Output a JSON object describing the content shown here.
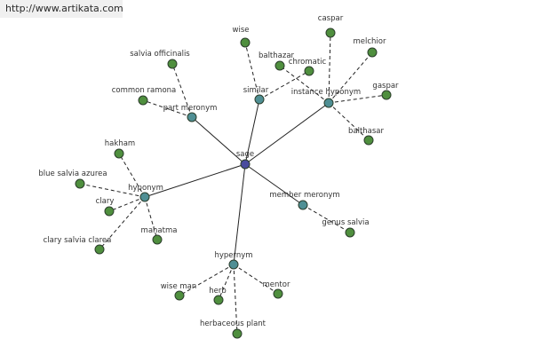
{
  "watermark": "http://www.artikata.com",
  "colors": {
    "center": "#4a4c9e",
    "relation": "#4f8f94",
    "leaf": "#4f8f3e",
    "edge": "#222222"
  },
  "center": {
    "id": "sage",
    "label": "sage"
  },
  "relations": [
    {
      "id": "similar",
      "label": "similar"
    },
    {
      "id": "instance-hyponym",
      "label": "instance hyponym"
    },
    {
      "id": "part-meronym",
      "label": "part meronym"
    },
    {
      "id": "hyponym",
      "label": "hyponym"
    },
    {
      "id": "member-meronym",
      "label": "member meronym"
    },
    {
      "id": "hypernym",
      "label": "hypernym"
    }
  ],
  "leaves": [
    {
      "id": "wise",
      "label": "wise",
      "parent": "similar"
    },
    {
      "id": "caspar",
      "label": "caspar",
      "parent": "instance-hyponym"
    },
    {
      "id": "melchior",
      "label": "melchior",
      "parent": "instance-hyponym"
    },
    {
      "id": "balthazar",
      "label": "balthazar",
      "parent": "instance-hyponym"
    },
    {
      "id": "chromatic",
      "label": "chromatic",
      "parent": "similar"
    },
    {
      "id": "gaspar",
      "label": "gaspar",
      "parent": "instance-hyponym"
    },
    {
      "id": "balthasar",
      "label": "balthasar",
      "parent": "instance-hyponym"
    },
    {
      "id": "salvia-officinalis",
      "label": "salvia officinalis",
      "parent": "part-meronym"
    },
    {
      "id": "common-ramona",
      "label": "common ramona",
      "parent": "part-meronym"
    },
    {
      "id": "hakham",
      "label": "hakham",
      "parent": "hyponym"
    },
    {
      "id": "blue-salvia-azurea",
      "label": "blue salvia azurea",
      "parent": "hyponym"
    },
    {
      "id": "clary",
      "label": "clary",
      "parent": "hyponym"
    },
    {
      "id": "clary-salvia-clarea",
      "label": "clary salvia clarea",
      "parent": "hyponym"
    },
    {
      "id": "mahatma",
      "label": "mahatma",
      "parent": "hyponym"
    },
    {
      "id": "genus-salvia",
      "label": "genus salvia",
      "parent": "member-meronym"
    },
    {
      "id": "wise-man",
      "label": "wise man",
      "parent": "hypernym"
    },
    {
      "id": "herb",
      "label": "herb",
      "parent": "hypernym"
    },
    {
      "id": "mentor",
      "label": "mentor",
      "parent": "hypernym"
    },
    {
      "id": "herbaceous-plant",
      "label": "herbaceous plant",
      "parent": "hypernym"
    }
  ]
}
